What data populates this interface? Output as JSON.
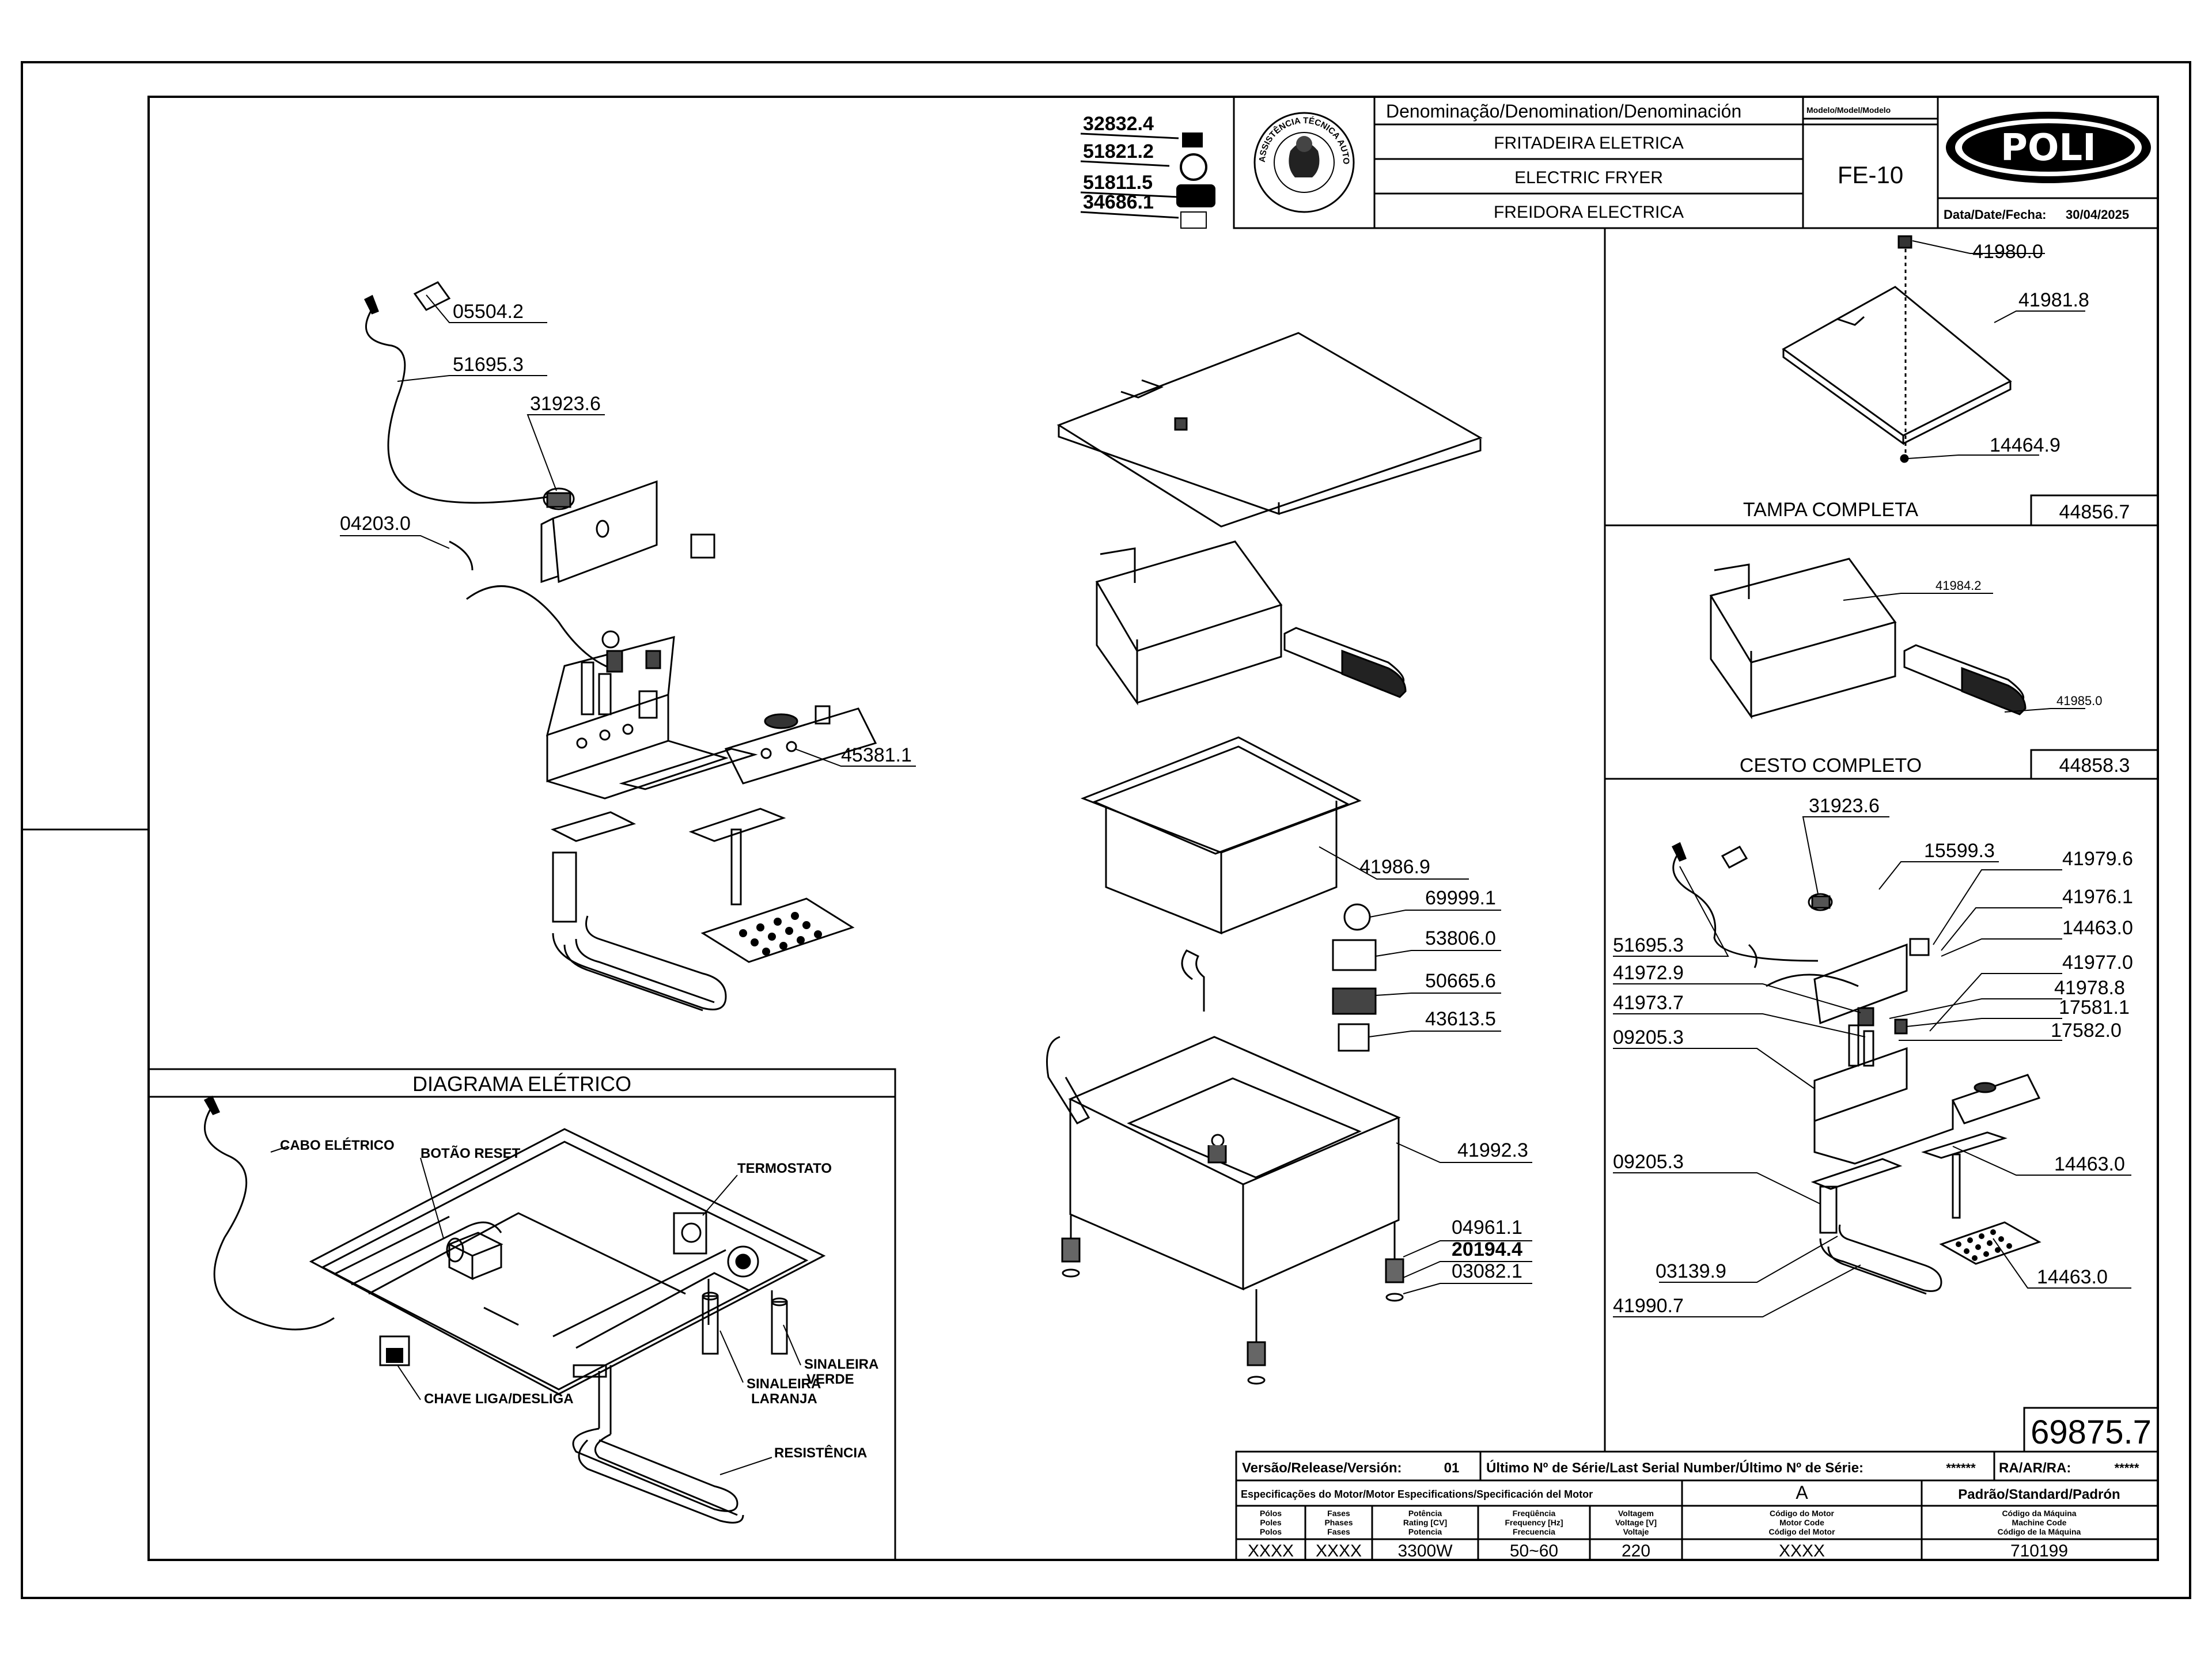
{
  "title_block": {
    "denomination_label": "Denominação/Denomination/Denominación",
    "model_label": "Modelo/Model/Modelo",
    "name_pt": "FRITADEIRA ELETRICA",
    "name_en": "ELECTRIC FRYER",
    "name_es": "FREIDORA ELECTRICA",
    "model": "FE-10",
    "brand": "POLI",
    "date_label": "Data/Date/Fecha:",
    "date": "30/04/2025",
    "seal_text": "ASSISTÊNCIA TÉCNICA AUTORIZADA"
  },
  "labels_stack": [
    "32832.4",
    "51821.2",
    "51811.5",
    "34686.1"
  ],
  "left_assembly": {
    "parts": [
      "05504.2",
      "51695.3",
      "31923.6",
      "04203.0",
      "45381.1"
    ]
  },
  "center_assembly": {
    "parts": [
      "41986.9",
      "69999.1",
      "53806.0",
      "50665.6",
      "43613.5",
      "41992.3",
      "04961.1",
      "20194.4",
      "03082.1"
    ]
  },
  "tampa": {
    "title": "TAMPA COMPLETA",
    "code": "44856.7",
    "parts": [
      "41980.0",
      "41981.8",
      "14464.9"
    ]
  },
  "cesto": {
    "title": "CESTO COMPLETO",
    "code": "44858.3",
    "parts": [
      "41984.2",
      "41985.0"
    ]
  },
  "right_assembly": {
    "parts": [
      "31923.6",
      "15599.3",
      "41979.6",
      "41976.1",
      "14463.0",
      "51695.3",
      "41977.0",
      "41972.9",
      "41978.8",
      "41973.7",
      "17581.1",
      "17582.0",
      "09205.3",
      "14463.0",
      "09205.3",
      "03139.9",
      "14463.0",
      "41990.7"
    ]
  },
  "drawing_number": "69875.7",
  "diagram": {
    "title": "DIAGRAMA ELÉTRICO",
    "labels": [
      "CABO ELÉTRICO",
      "BOTÃO RESET",
      "TERMOSTATO",
      "SINALEIRA",
      "VERDE",
      "SINALEIRA",
      "LARANJA",
      "CHAVE LIGA/DESLIGA",
      "RESISTÊNCIA"
    ]
  },
  "spec_table": {
    "version_label": "Versão/Release/Versión:",
    "version": "01",
    "serial_label": "Último Nº de Série/Last Serial Number/Último Nº de Série:",
    "serial": "******",
    "ra_label": "RA/AR/RA:",
    "ra": "*****",
    "motor_spec_label": "Especificações do Motor/Motor Especifications/Specificación del Motor",
    "revision": "A",
    "standard_label": "Padrão/Standard/Padrón",
    "columns": [
      {
        "h1": "Pólos",
        "h2": "Poles",
        "h3": "Polos",
        "value": "XXXX"
      },
      {
        "h1": "Fases",
        "h2": "Phases",
        "h3": "Fases",
        "value": "XXXX"
      },
      {
        "h1": "Potência",
        "h2": "Rating [CV]",
        "h3": "Potencia",
        "value": "3300W"
      },
      {
        "h1": "Freqüência",
        "h2": "Frequency [Hz]",
        "h3": "Frecuencia",
        "value": "50~60"
      },
      {
        "h1": "Voltagem",
        "h2": "Voltage [V]",
        "h3": "Voltaje",
        "value": "220"
      },
      {
        "h1": "Código do Motor",
        "h2": "Motor Code",
        "h3": "Código del Motor",
        "value": "XXXX"
      },
      {
        "h1": "Código da Máquina",
        "h2": "Machine Code",
        "h3": "Código de la Máquina",
        "value": "710199"
      }
    ]
  }
}
